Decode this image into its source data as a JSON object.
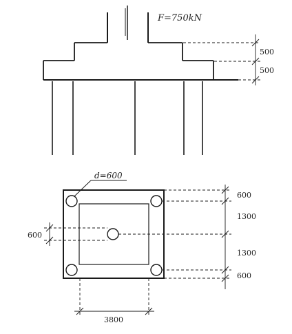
{
  "elevation": {
    "load_label": "F=750kN",
    "dims": [
      "500",
      "500"
    ]
  },
  "plan": {
    "pile_label": "d=600",
    "right_dims": [
      "600",
      "1300",
      "1300",
      "600"
    ],
    "left_dim": "600",
    "bottom_dim": "3800"
  }
}
